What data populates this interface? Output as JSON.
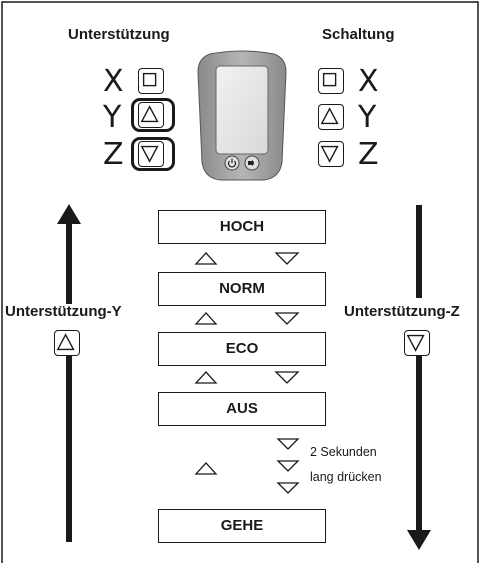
{
  "header": {
    "support_label": "Unterstützung",
    "shift_label": "Schaltung"
  },
  "buttons": {
    "left_letters": [
      "X",
      "Y",
      "Z"
    ],
    "right_letters": [
      "X",
      "Y",
      "Z"
    ]
  },
  "modes": [
    "HOCH",
    "NORM",
    "ECO",
    "AUS",
    "GEHE"
  ],
  "side_labels": {
    "left": "Unterstützung-Y",
    "right": "Unterstützung-Z"
  },
  "long_press_note": {
    "line1": "2 Sekunden",
    "line2": "lang drücken"
  }
}
